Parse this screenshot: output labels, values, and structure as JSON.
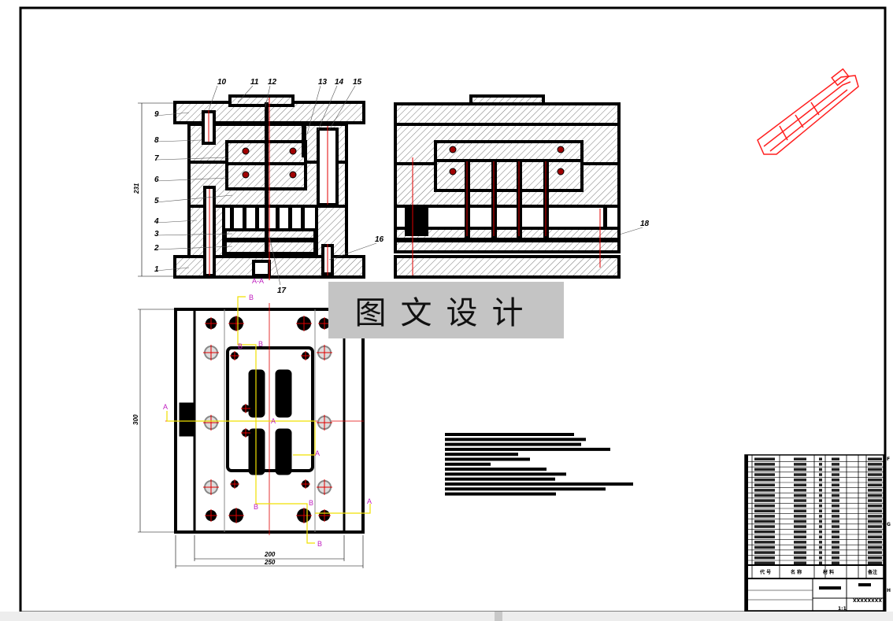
{
  "drawing": {
    "watermark": "图文设计",
    "section_label": "A-A",
    "cut_labels": [
      "A",
      "A",
      "A",
      "A",
      "B",
      "B",
      "B",
      "B",
      "B",
      "B"
    ],
    "part_numbers": {
      "top": [
        "10",
        "11",
        "12",
        "13",
        "14",
        "15"
      ],
      "left": [
        "9",
        "8",
        "7",
        "6",
        "5",
        "4",
        "3",
        "2",
        "1"
      ],
      "p16": "16",
      "p17": "17",
      "p18": "18"
    },
    "dimensions": {
      "height_section": "231",
      "height_plan": "300",
      "width_inner": "200",
      "width_outer": "250"
    },
    "colors": {
      "line": "#000000",
      "centerline": "#e00000",
      "section_marker": "#c020c0",
      "cut_path": "#f0e000",
      "part_3d": "#ff2020"
    }
  },
  "title_block": {
    "headers": [
      "代 号",
      "名 称",
      "材 料",
      "备注"
    ],
    "drawing_number": "XXXXXXXX",
    "scale": "1:1",
    "right_margin_letters": [
      "F",
      "G",
      "H"
    ]
  }
}
